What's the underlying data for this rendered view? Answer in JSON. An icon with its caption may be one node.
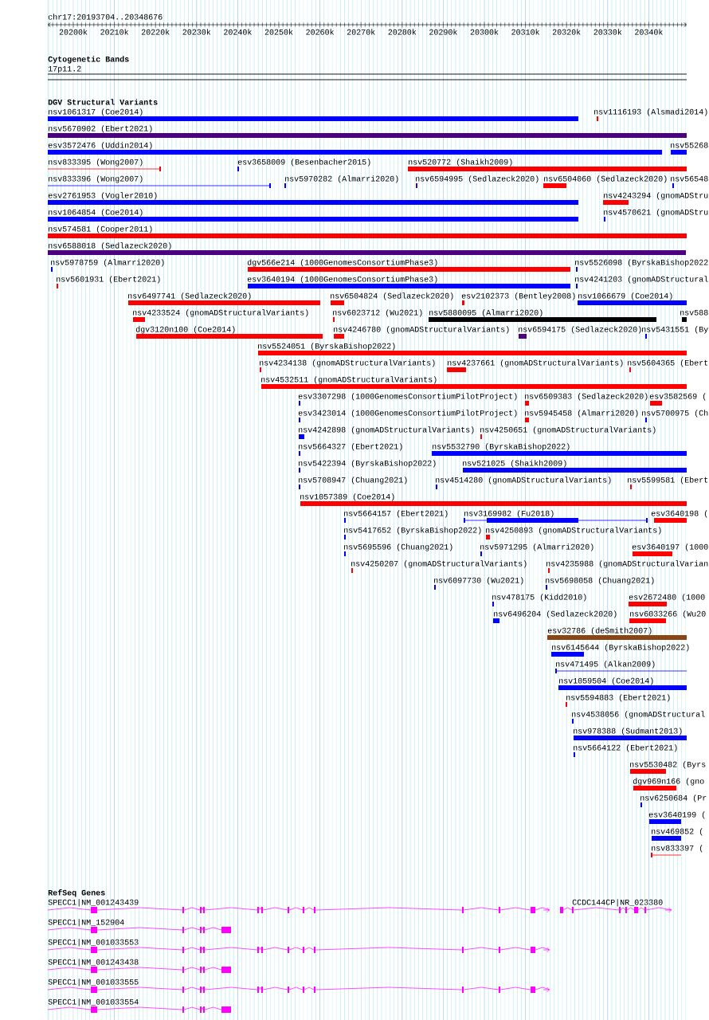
{
  "diagram": {
    "labels": [
      "chr17:20193704..20348676",
      "20200k",
      "20210k",
      "20220k",
      "20230k",
      "20240k",
      "20250k",
      "20260k",
      "20270k",
      "20280k",
      "20290k",
      "20300k",
      "20310k",
      "20320k",
      "20330k",
      "20340k",
      "Cytogenetic Bands",
      "17p11.2",
      "DGV Structural Variants",
      "nsv1061317 (Coe2014)",
      "nsv1116193 (Alsmadi2014)",
      "nsv5670902 (Ebert2021)",
      "esv3572476 (Uddin2014)",
      "nsv55268",
      "nsv833395 (Wong2007)",
      "esv3658009 (Besenbacher2015)",
      "nsv520772 (Shaikh2009)",
      "nsv833396 (Wong2007)",
      "nsv5970282 (Almarri2020)",
      "nsv6594995 (Sedlazeck2020)",
      "nsv6504060 (Sedlazeck2020)",
      "nsv56548",
      "esv2761953 (Vogler2010)",
      "nsv4243294 (gnomADStru",
      "nsv1064854 (Coe2014)",
      "nsv4570621 (gnomADStru",
      "nsv574581 (Cooper2011)",
      "nsv6588018 (Sedlazeck2020)",
      "nsv5978759 (Almarri2020)",
      "dgv566e214 (1000GenomesConsortiumPhase3)",
      "nsv5526098 (ByrskaBishop2022",
      "nsv5601931 (Ebert2021)",
      "esv3640194 (1000GenomesConsortiumPhase3)",
      "nsv4241203 (gnomADStructural",
      "nsv6497741 (Sedlazeck2020)",
      "nsv6504824 (Sedlazeck2020)",
      "esv2102373 (Bentley2008)",
      "nsv1066679 (Coe2014)",
      "nsv4233524 (gnomADStructuralVariants)",
      "nsv6023712 (Wu2021)",
      "nsv5880095 (Almarri2020)",
      "nsv588",
      "dgv3120n100 (Coe2014)",
      "nsv4246780 (gnomADStructuralVariants)",
      "nsv6594175 (Sedlazeck2020)",
      "nsv5431551 (By",
      "nsv5524051 (ByrskaBishop2022)",
      "nsv4234138 (gnomADStructuralVariants)",
      "nsv4237661 (gnomADStructuralVariants)",
      "nsv5604365 (Ebert",
      "nsv4532511 (gnomADStructuralVariants)",
      "esv3307298 (1000GenomesConsortiumPilotProject)",
      "nsv6509383 (Sedlazeck2020)",
      "esv3582569 (",
      "esv3423014 (1000GenomesConsortiumPilotProject)",
      "nsv5945458 (Almarri2020)",
      "nsv5700975 (Ch",
      "nsv4242898 (gnomADStructuralVariants)",
      "nsv4250651 (gnomADStructuralVariants)",
      "nsv5664327 (Ebert2021)",
      "nsv5532790 (ByrskaBishop2022)",
      "nsv5422394 (ByrskaBishop2022)",
      "nsv521025 (Shaikh2009)",
      "nsv5708947 (Chuang2021)",
      "nsv4514280 (gnomADStructuralVariants)",
      "nsv5599581 (Ebert",
      "nsv1057389 (Coe2014)",
      "nsv5664157 (Ebert2021)",
      "nsv3169982 (Fu2018)",
      "esv3640198 (",
      "nsv5417652 (ByrskaBishop2022)",
      "nsv4250893 (gnomADStructuralVariants)",
      "nsv5695596 (Chuang2021)",
      "nsv5971295 (Almarri2020)",
      "esv3640197 (1000",
      "nsv4250207 (gnomADStructuralVariants)",
      "nsv4235988 (gnomADStructuralVarian",
      "nsv6097730 (Wu2021)",
      "nsv5698058 (Chuang2021)",
      "nsv478175 (Kidd2010)",
      "esv2672480 (1000",
      "nsv6496204 (Sedlazeck2020)",
      "nsv6033266 (Wu20",
      "esv32786 (deSmith2007)",
      "nsv6145644 (ByrskaBishop2022)",
      "nsv471495 (Alkan2009)",
      "nsv1059504 (Coe2014)",
      "nsv5594883 (Ebert2021)",
      "nsv4538056 (gnomADStructural",
      "nsv978388 (Sudmant2013)",
      "nsv5664122 (Ebert2021)",
      "nsv5530482 (Byrs",
      "dgv969n166 (gno",
      "nsv6250684 (Pr",
      "esv3640199 (",
      "nsv469852 (",
      "nsv833397 (",
      "RefSeq Genes",
      "SPECC1|NM_001243439",
      "CCDC144CP|NR_023380",
      "SPECC1|NM_152904",
      "SPECC1|NM_001033553",
      "SPECC1|NM_001243438",
      "SPECC1|NM_001033555",
      "SPECC1|NM_001033554"
    ]
  }
}
